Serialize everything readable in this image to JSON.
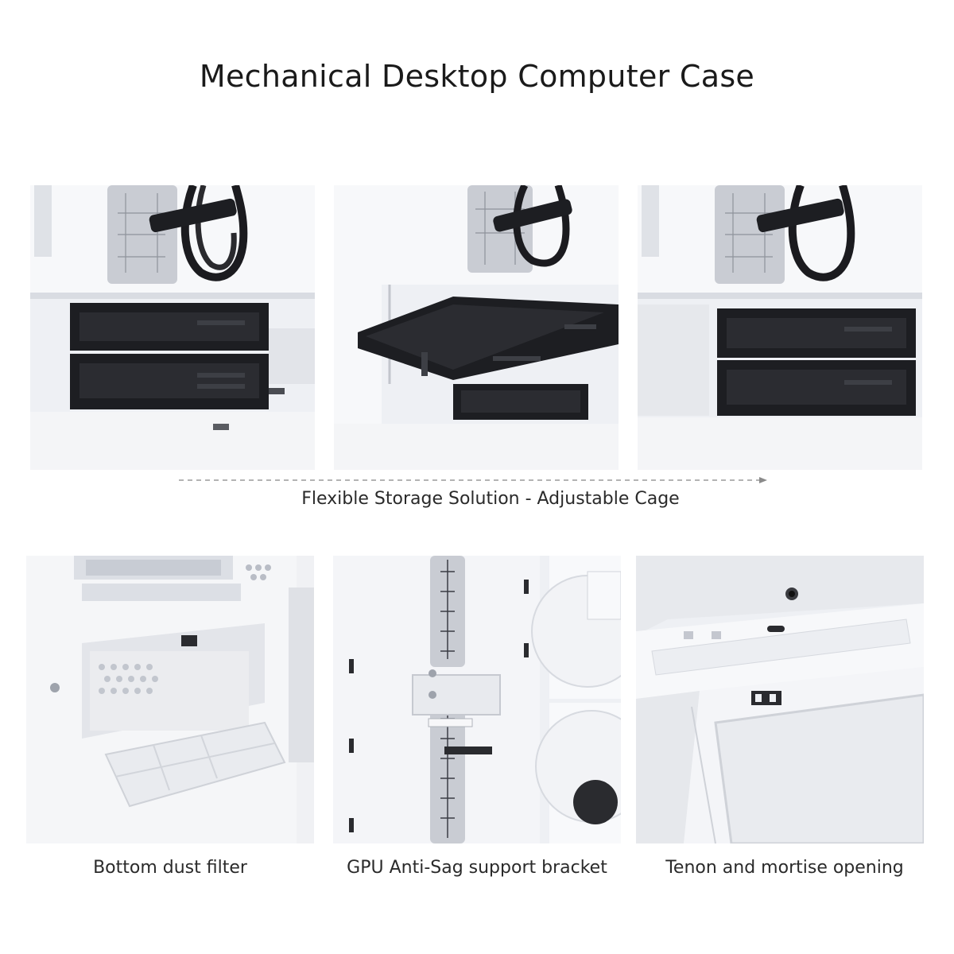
{
  "title": "Mechanical Desktop Computer Case",
  "row1_caption": "Flexible Storage Solution - Adjustable Cage",
  "row2_captions": [
    "Bottom dust filter",
    "GPU Anti-Sag support bracket",
    "Tenon and mortise opening"
  ],
  "colors": {
    "case_white": "#f3f4f7",
    "drive_cage_black": "#1d1e22",
    "panel_grey": "#c9ccd3",
    "arrow_grey": "#9a9a9a"
  }
}
